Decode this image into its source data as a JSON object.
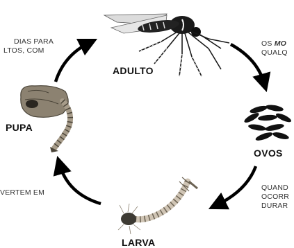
{
  "stages": {
    "adulto": "ADULTO",
    "ovos": "OVOS",
    "larva": "LARVA",
    "pupa": "PUPA"
  },
  "texts": {
    "top_left_line1": "DIAS PARA",
    "top_left_line2": "LTOS, COM",
    "top_right_line1_prefix": "OS ",
    "top_right_line1_emph": "MO",
    "top_right_line2": "QUALQ",
    "bottom_right_line1": "QUAND",
    "bottom_right_line2": "OCORR",
    "bottom_right_line3": "DURAR",
    "bottom_left_line1": "VERTEM EM"
  },
  "icons": [
    "mosquito-adult-icon",
    "eggs-icon",
    "larva-icon",
    "pupa-icon"
  ],
  "colors": {
    "arrow": "#000000",
    "insect_dark": "#1a1a1a",
    "insect_light": "#cfc4b4",
    "pupa_body": "#8c8271"
  }
}
